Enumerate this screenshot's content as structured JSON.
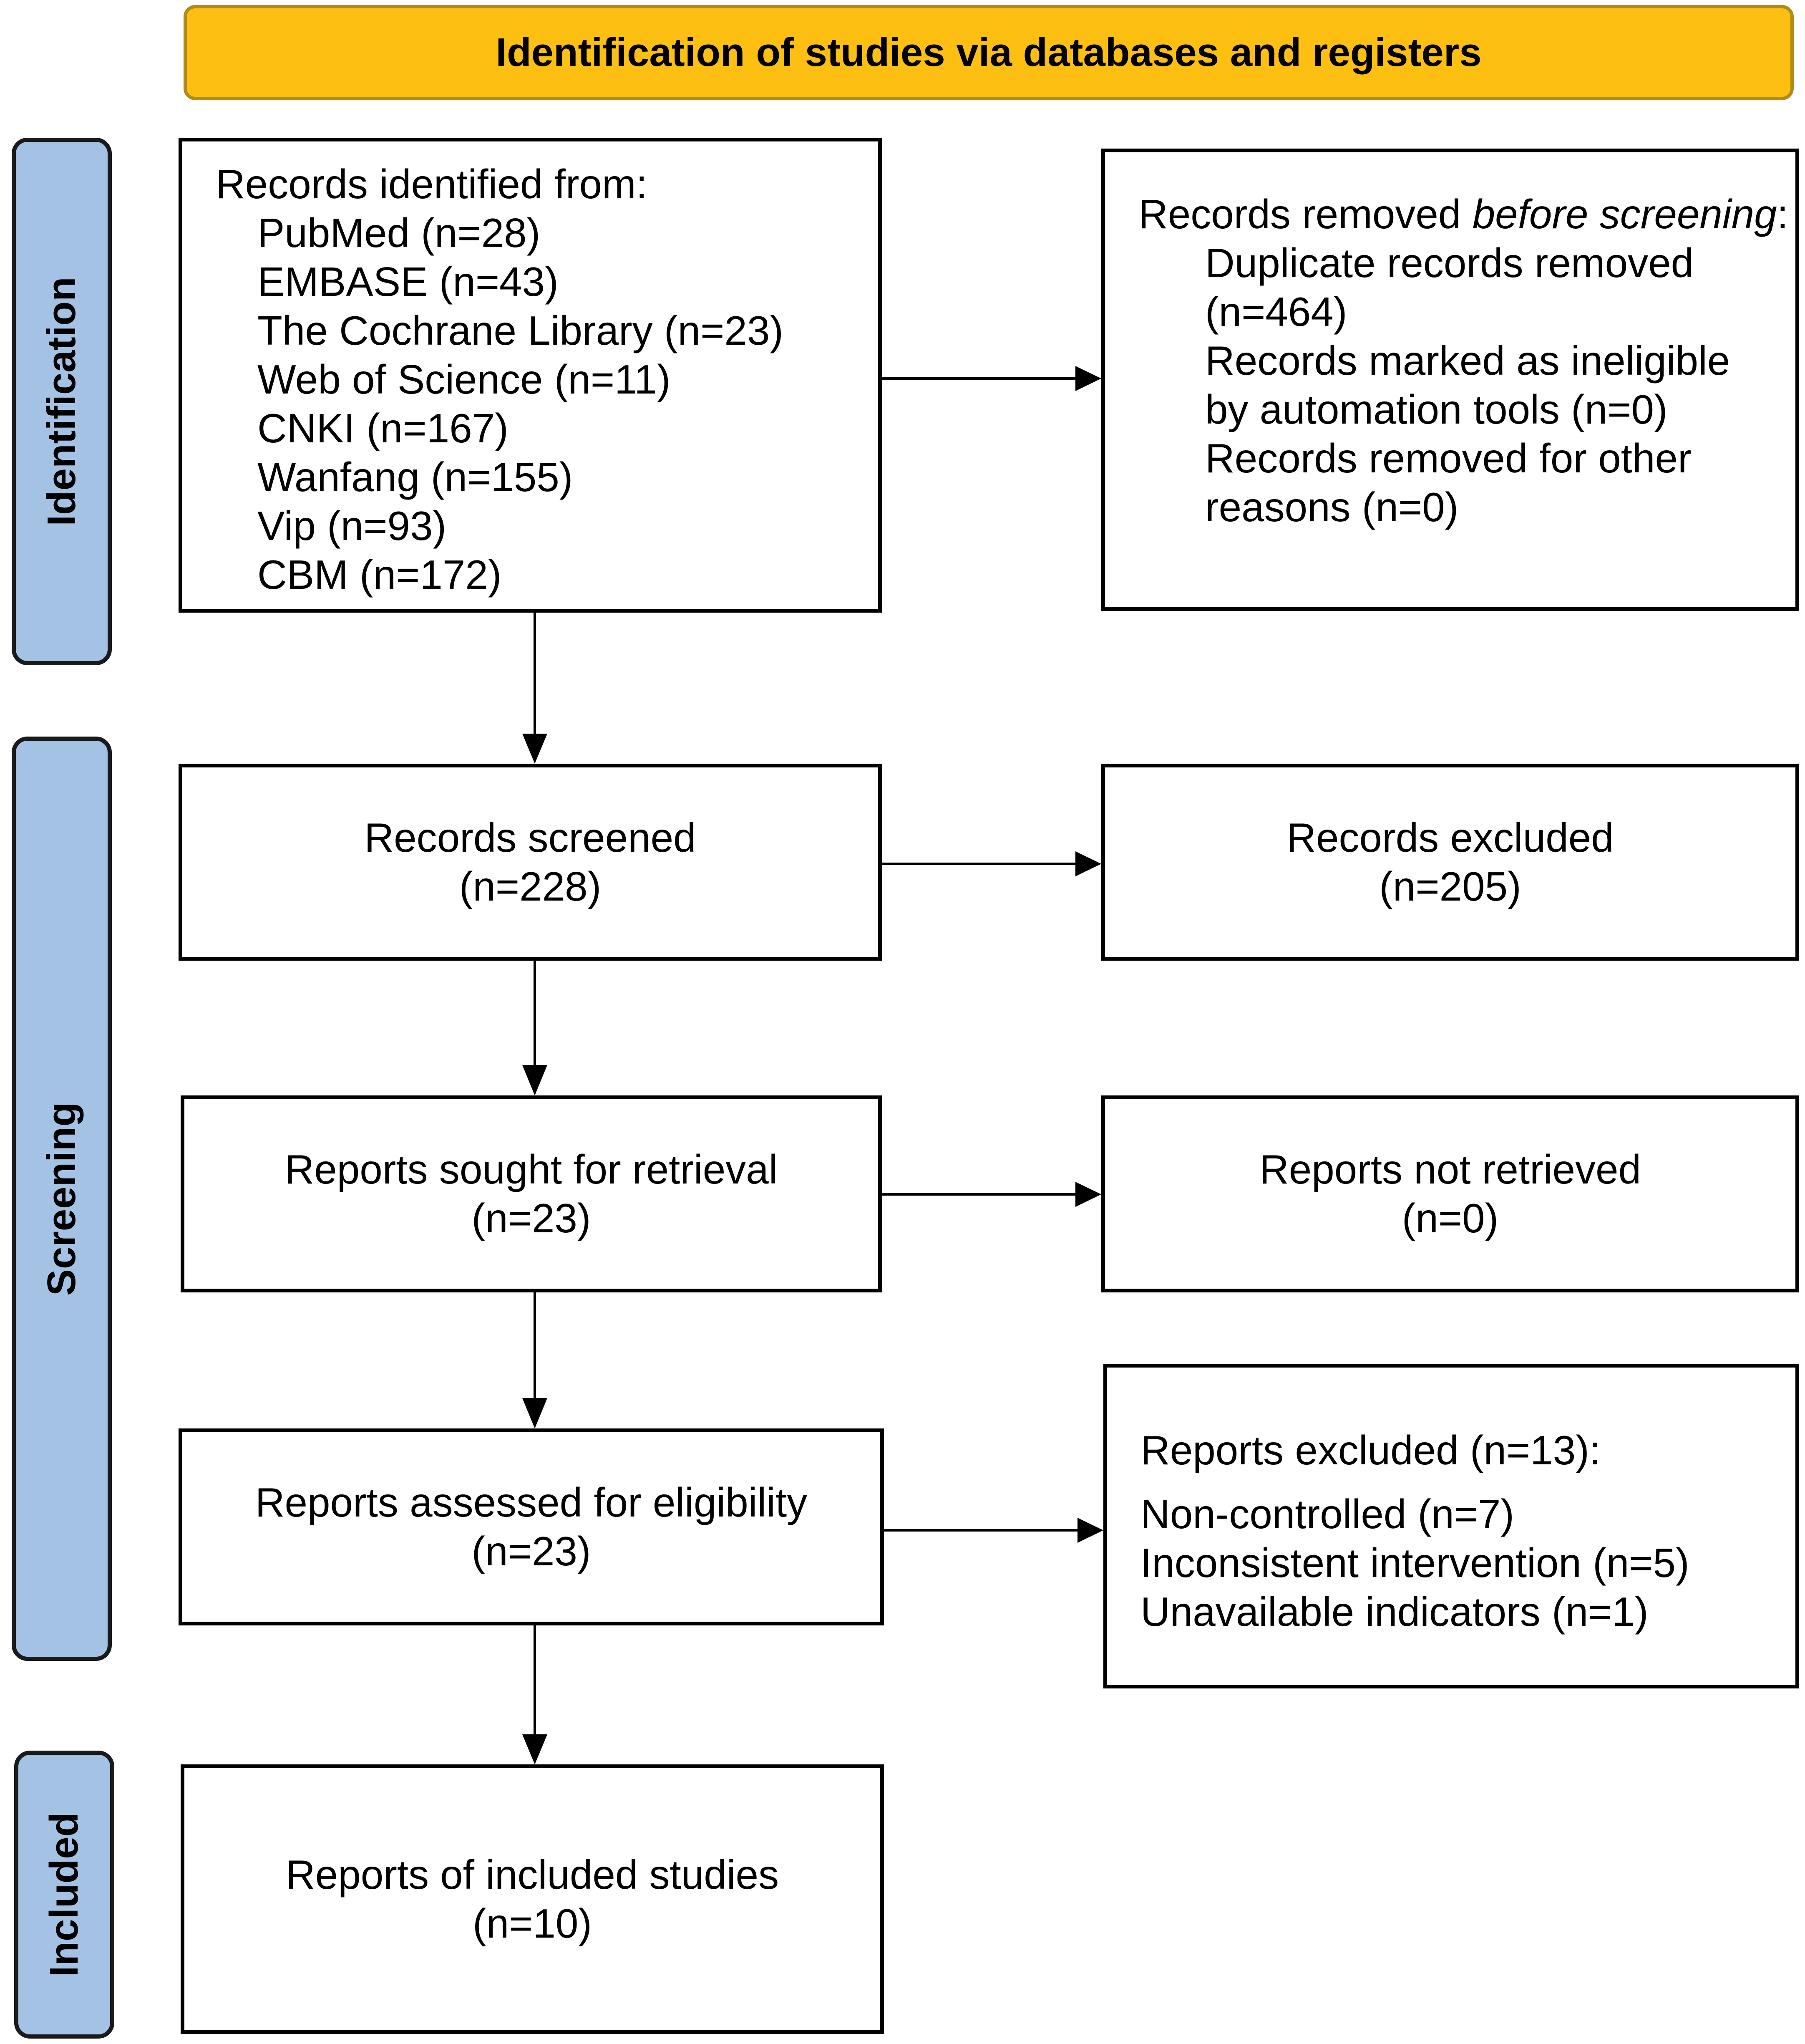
{
  "header": {
    "title": "Identification of studies via databases and registers",
    "color": "#fdbf12"
  },
  "phases": {
    "identification": "Identification",
    "screening": "Screening",
    "included": "Included",
    "color": "#a4c2e4"
  },
  "identified": {
    "title": "Records identified from:",
    "sources": [
      "PubMed (n=28)",
      "EMBASE (n=43)",
      "The Cochrane Library (n=23)",
      "Web of Science (n=11)",
      "CNKI (n=167)",
      "Wanfang (n=155)",
      "Vip (n=93)",
      "CBM (n=172)"
    ]
  },
  "removed": {
    "title_prefix": "Records removed ",
    "title_italic": "before screening",
    "title_suffix": ":",
    "lines": [
      "Duplicate records removed",
      "(n=464)",
      "Records marked as ineligible",
      "by automation tools (n=0)",
      "Records removed for other",
      "reasons (n=0)"
    ]
  },
  "screened": {
    "label": "Records screened",
    "count": "(n=228)"
  },
  "excluded": {
    "label": "Records excluded",
    "count": "(n=205)"
  },
  "sought": {
    "label": "Reports sought for retrieval",
    "count": "(n=23)"
  },
  "not_retrieved": {
    "label": "Reports not retrieved",
    "count": "(n=0)"
  },
  "assessed": {
    "label": "Reports assessed for eligibility",
    "count": "(n=23)"
  },
  "reports_excluded": {
    "title": "Reports excluded (n=13):",
    "reasons": [
      "Non-controlled (n=7)",
      "Inconsistent intervention (n=5)",
      "Unavailable indicators (n=1)"
    ]
  },
  "included": {
    "label": "Reports of included studies",
    "count": "(n=10)"
  }
}
